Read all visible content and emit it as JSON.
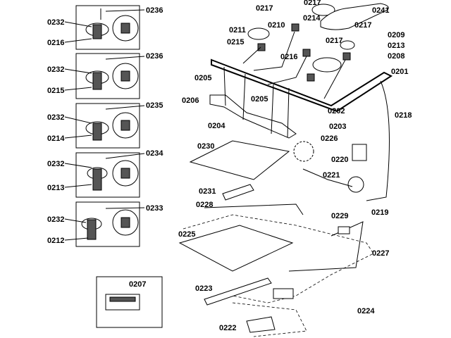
{
  "diagram": {
    "labels": {
      "valve_box_1": {
        "screw": "0236",
        "cap": "0232",
        "valve": "0216"
      },
      "valve_box_2": {
        "screw": "0236",
        "cap": "0232",
        "valve": "0215"
      },
      "valve_box_3": {
        "screw": "0235",
        "cap": "0232",
        "valve": "0214"
      },
      "valve_box_4": {
        "screw": "0234",
        "cap": "0232",
        "valve": "0213"
      },
      "valve_box_5": {
        "screw": "0233",
        "cap": "0232",
        "valve": "0212"
      },
      "spark_module": "0207",
      "top": [
        "0217",
        "0217",
        "0241",
        "0211",
        "0210",
        "0214",
        "0217",
        "0209",
        "0215",
        "0217",
        "0213",
        "0216",
        "0208",
        "0201",
        "0205",
        "0206",
        "0205",
        "0202",
        "0218",
        "0204",
        "0203",
        "0226",
        "0230",
        "0220",
        "0221",
        "0219",
        "0231",
        "0228",
        "0229",
        "0225",
        "0227",
        "0223",
        "0224",
        "0222"
      ]
    },
    "colors": {
      "line": "#000000",
      "background": "#ffffff"
    }
  }
}
